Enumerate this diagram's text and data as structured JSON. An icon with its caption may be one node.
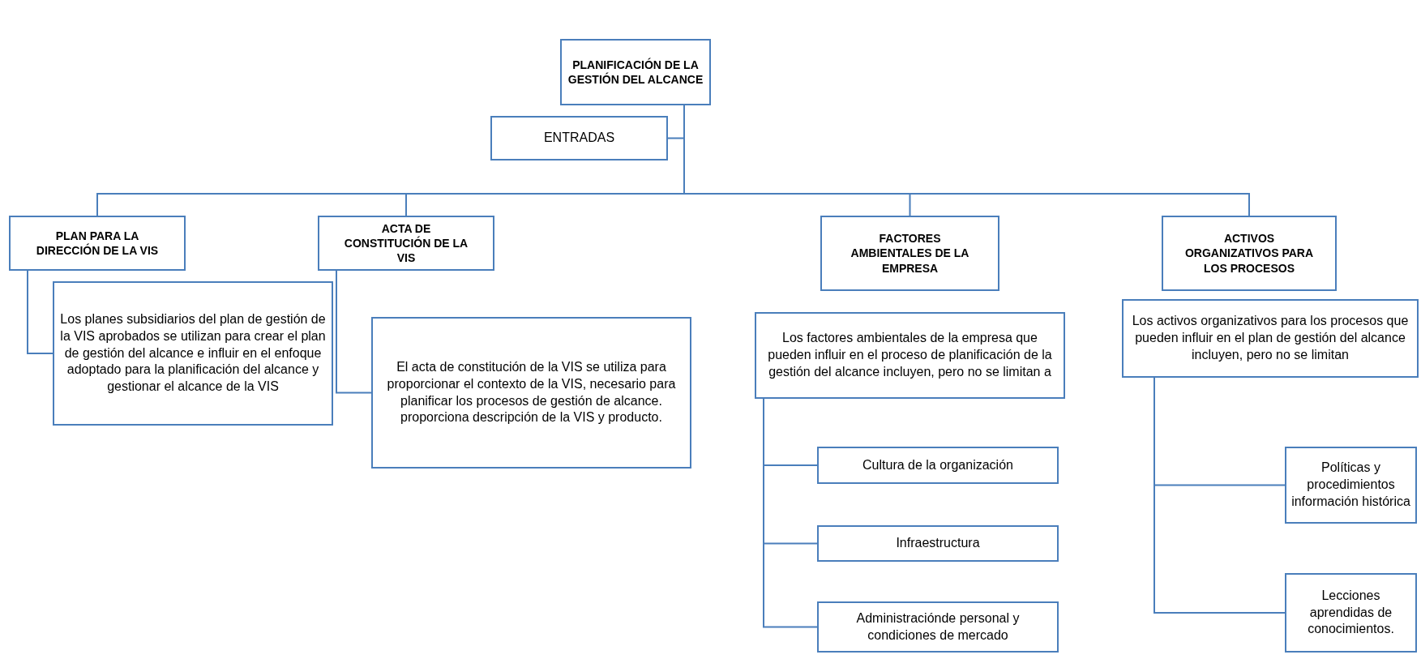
{
  "diagram": {
    "nodes": [
      {
        "text": [
          "PLANIFICACIÓN DE LA GESTIÓN DEL ALCANCE"
        ]
      },
      {
        "text": [
          "ENTRADAS"
        ]
      },
      {
        "text": [
          "PLAN PARA LA DIRECCIÓN DE LA VIS"
        ]
      },
      {
        "text": [
          "Los planes subsidiarios del plan de gestión de la VIS aprobados se utilizan para crear el plan de gestión del alcance e influir en el enfoque adoptado para la planificación del alcance y gestionar el alcance de la VIS"
        ]
      },
      {
        "text": [
          "ACTA DE CONSTITUCIÓN DE LA VIS"
        ]
      },
      {
        "text": [
          "El acta de constitución de la VIS se utiliza para proporcionar el contexto de la VIS, necesario para planificar los procesos de gestión de alcance. proporciona descripción de la VIS y producto."
        ]
      },
      {
        "text": [
          "FACTORES AMBIENTALES DE LA EMPRESA"
        ]
      },
      {
        "text": [
          "Los factores ambientales de la empresa que pueden influir en el proceso de planificación de la gestión del alcance incluyen, pero no se limitan a"
        ]
      },
      {
        "text": [
          "Cultura de la organización"
        ]
      },
      {
        "text": [
          "Infraestructura"
        ]
      },
      {
        "text": [
          "Administraciónde personal y condiciones de mercado"
        ]
      },
      {
        "text": [
          "ACTIVOS ORGANIZATIVOS PARA LOS PROCESOS"
        ]
      },
      {
        "text": [
          "Los activos organizativos para los procesos que pueden influir en el plan de gestión del alcance incluyen, pero no se limitan"
        ]
      },
      {
        "text": [
          "Políticas y procedimientos información histórica"
        ]
      },
      {
        "text": [
          "Lecciones aprendidas de conocimientos."
        ]
      }
    ],
    "edges": [
      {
        "from": 0,
        "to": 1,
        "arrow": "none"
      },
      {
        "from": 0,
        "to": 2,
        "arrow": "none"
      },
      {
        "from": 0,
        "to": 4,
        "arrow": "none"
      },
      {
        "from": 0,
        "to": 6,
        "arrow": "none"
      },
      {
        "from": 0,
        "to": 11,
        "arrow": "none"
      },
      {
        "from": 2,
        "to": 3,
        "arrow": "none"
      },
      {
        "from": 4,
        "to": 5,
        "arrow": "none"
      },
      {
        "from": 7,
        "to": 8,
        "arrow": "none"
      },
      {
        "from": 7,
        "to": 9,
        "arrow": "none"
      },
      {
        "from": 7,
        "to": 10,
        "arrow": "none"
      },
      {
        "from": 12,
        "to": 13,
        "arrow": "none"
      },
      {
        "from": 12,
        "to": 14,
        "arrow": "none"
      }
    ]
  }
}
